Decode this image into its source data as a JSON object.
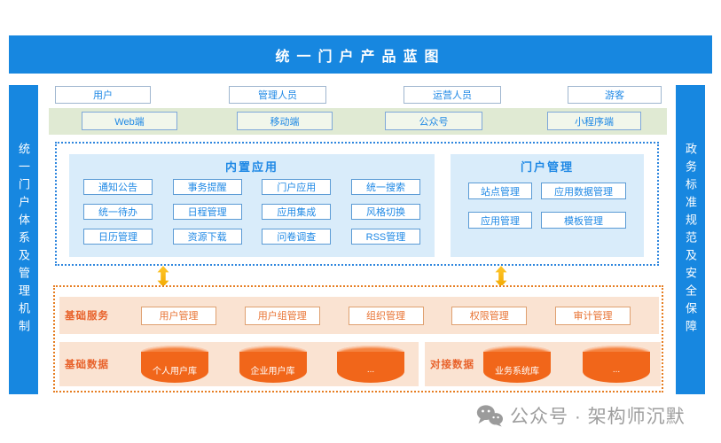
{
  "banner": {
    "title": "统一门户产品蓝图"
  },
  "sidebars": {
    "left": "统一门户体系及管理机制",
    "right": "政务标准规范及安全保障"
  },
  "users": {
    "items": [
      "用户",
      "管理人员",
      "运营人员",
      "游客"
    ]
  },
  "channels": {
    "items": [
      "Web端",
      "移动端",
      "公众号",
      "小程序端"
    ]
  },
  "builtin_apps": {
    "title": "内置应用",
    "items": [
      "通知公告",
      "事务提醒",
      "门户应用",
      "统一搜索",
      "统一待办",
      "日程管理",
      "应用集成",
      "风格切换",
      "日历管理",
      "资源下载",
      "问卷调查",
      "RSS管理"
    ]
  },
  "portal_mgmt": {
    "title": "门户管理",
    "items": [
      "站点管理",
      "应用数据管理",
      "应用管理",
      "模板管理"
    ]
  },
  "base_services": {
    "label": "基础服务",
    "items": [
      "用户管理",
      "用户组管理",
      "组织管理",
      "权限管理",
      "审计管理"
    ]
  },
  "base_data": {
    "label": "基础数据",
    "databases": [
      "个人用户库",
      "企业用户库",
      "..."
    ]
  },
  "link_data": {
    "label": "对接数据",
    "databases": [
      "业务系统库",
      "..."
    ]
  },
  "footer": {
    "text": "公众号 · 架构师沉默"
  },
  "colors": {
    "primary_blue": "#1787E0",
    "text_blue": "#1E88E5",
    "band_green": "#E0EAD3",
    "panel_blue": "#D9ECFA",
    "dotted_border_blue": "#2E86DE",
    "dashed_border_orange": "#E67E22",
    "band_orange": "#FAE3D2",
    "cylinder_orange": "#F1661A",
    "text_orange": "#E8622B",
    "arrow_gold": "#F7B500",
    "footer_gray": "#9E9E9E"
  }
}
